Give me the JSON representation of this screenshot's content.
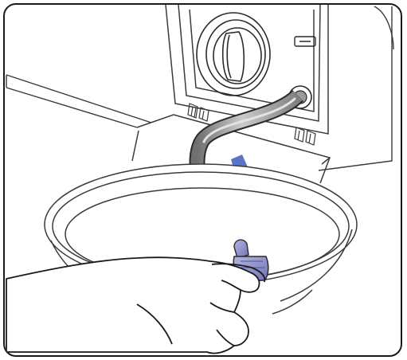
{
  "illustration": {
    "colors": {
      "frame": "#1a1a1a",
      "line": "#3a3a3a",
      "arrow": "#5b74c8",
      "hose": "#8f9092",
      "hose_light": "#c4c5c7",
      "cap": "#8a8ec9",
      "water": "#c8c8c8",
      "background": "#ffffff"
    },
    "icons": [
      "washing-machine-panel",
      "drain-filter-knob",
      "emergency-drain-hose",
      "downward-arrow-icon",
      "basin",
      "hand",
      "drain-cap"
    ]
  }
}
